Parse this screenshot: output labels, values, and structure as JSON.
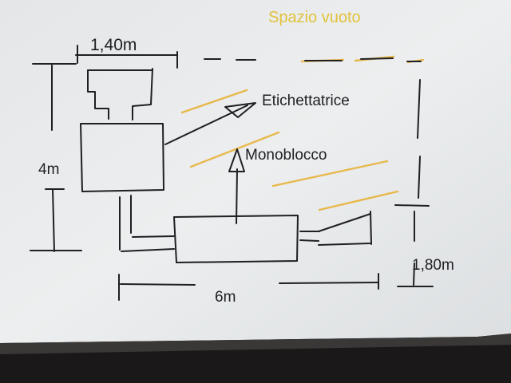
{
  "labels": {
    "title": "Spazio vuoto",
    "dim_width_top": "1,40m",
    "dim_height_left": "4m",
    "dim_length_bottom": "6m",
    "dim_height_right": "1,80m",
    "etichettatrice": "Etichettatrice",
    "monoblocco": "Monoblocco"
  },
  "colors": {
    "whiteboard": "#e9ebec",
    "ink": "#1f1f24",
    "highlight": "#e8b84a",
    "title": "#e2c23a",
    "bezel": "#1a1818"
  }
}
